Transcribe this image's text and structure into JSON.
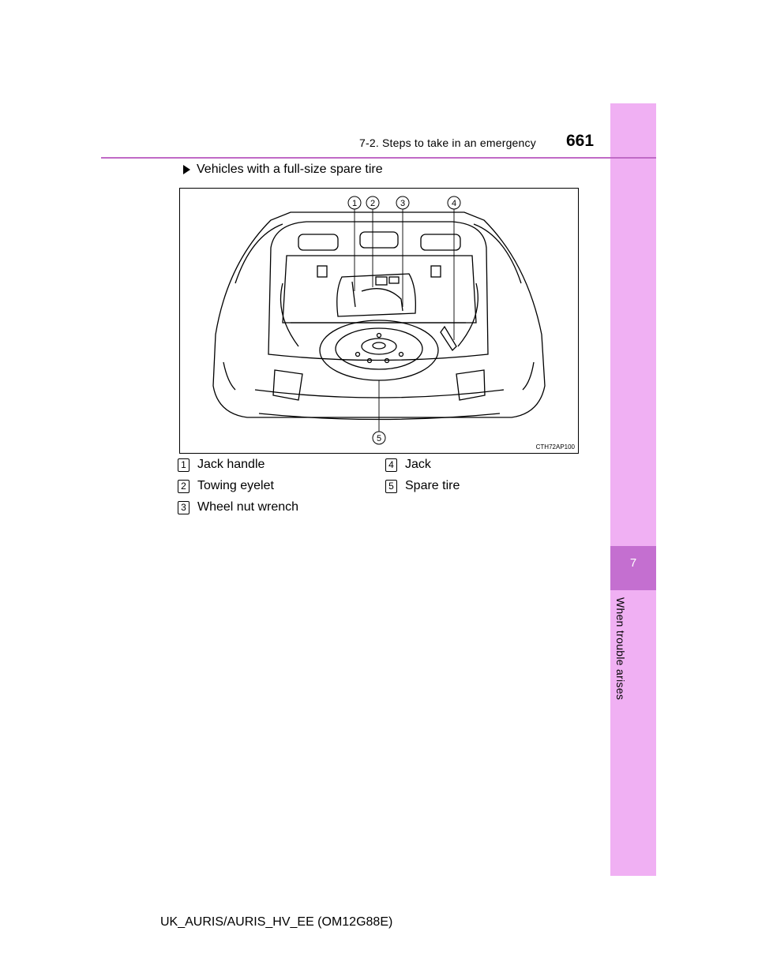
{
  "header": {
    "section": "7-2. Steps to take in an emergency",
    "page_number": "661"
  },
  "side_tab": {
    "chapter_number": "7",
    "chapter_title": "When trouble arises"
  },
  "sub_heading": "Vehicles with a full-size spare tire",
  "figure": {
    "code": "CTH72AP100",
    "callouts": [
      "1",
      "2",
      "3",
      "4",
      "5"
    ]
  },
  "legend": [
    {
      "num": "1",
      "label": "Jack handle"
    },
    {
      "num": "2",
      "label": "Towing eyelet"
    },
    {
      "num": "3",
      "label": "Wheel nut wrench"
    },
    {
      "num": "4",
      "label": "Jack"
    },
    {
      "num": "5",
      "label": "Spare tire"
    }
  ],
  "footer": "UK_AURIS/AURIS_HV_EE (OM12G88E)"
}
